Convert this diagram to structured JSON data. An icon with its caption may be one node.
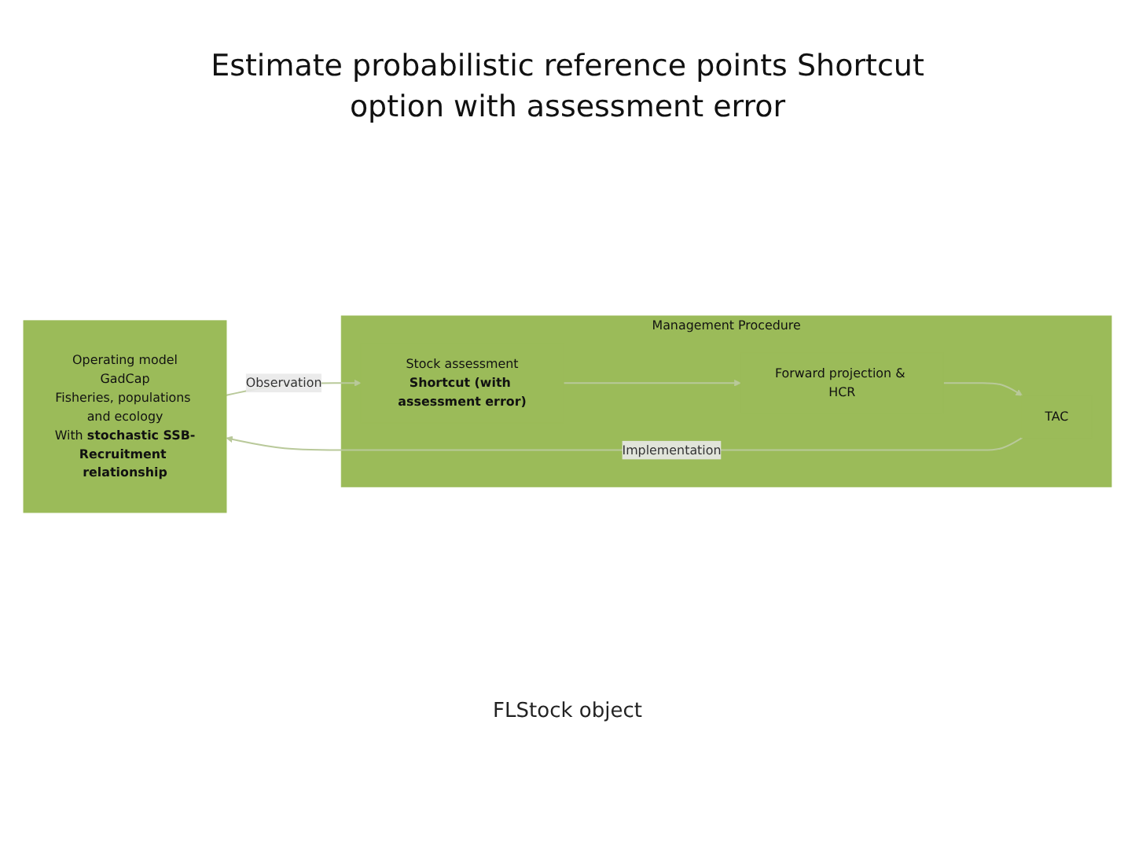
{
  "diagram": {
    "title": "Estimate probabilistic reference points Shortcut option with assessment error",
    "nodes": [
      {
        "text": [
          "Operating model",
          "GadCap",
          "Fisheries, populations and ecology",
          "With **stochastic SSB-Recruitment relationship**"
        ]
      },
      {
        "text": [
          "Management Procedure"
        ]
      },
      {
        "text": [
          "TAC"
        ],
        "in": 1
      },
      {
        "text": [
          "Forward projection & HCR"
        ],
        "in": 1
      },
      {
        "text": [
          "Stock assessment",
          "Shortcut (with assessment error)"
        ],
        "in": 1
      }
    ],
    "edges": [
      {
        "from": 2,
        "to": 0,
        "arrow": "to",
        "label": "Implementation"
      },
      {
        "from": 0,
        "to": 4,
        "arrow": "to",
        "label": "Observation"
      },
      {
        "from": 4,
        "to": 3,
        "arrow": "to"
      },
      {
        "from": 3,
        "to": 2,
        "arrow": "to"
      }
    ],
    "labels": [
      "FLStock object"
    ]
  }
}
